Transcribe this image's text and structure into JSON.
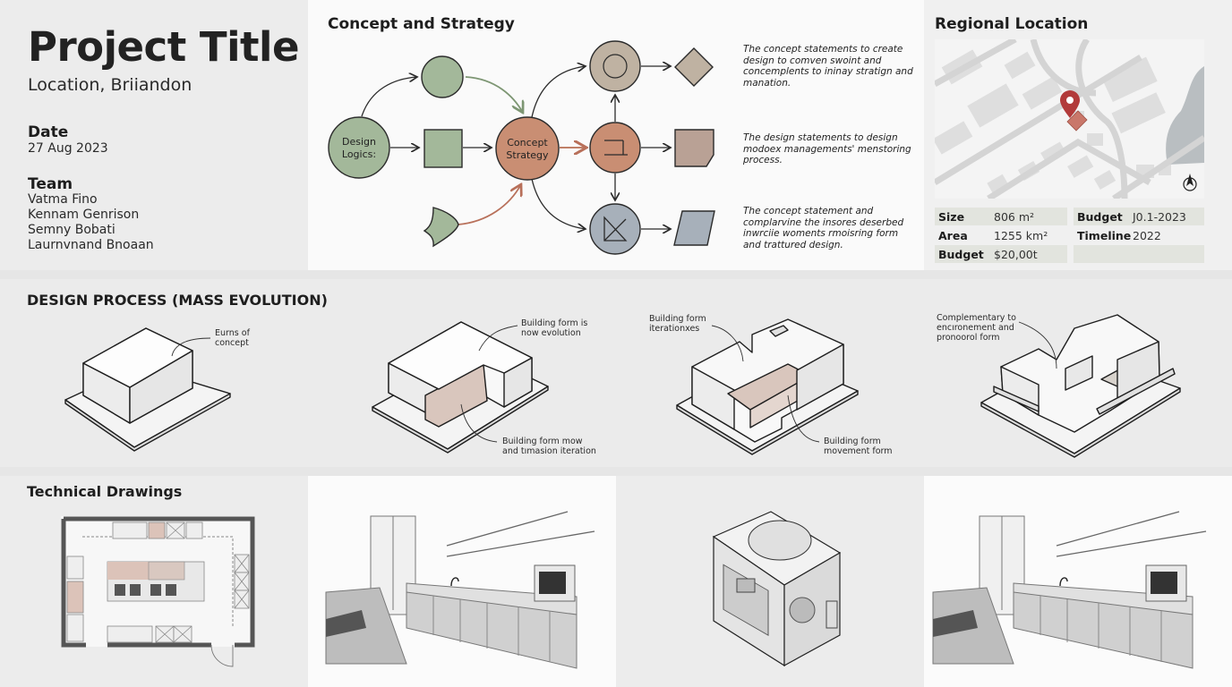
{
  "project": {
    "title": "Project Title",
    "location": "Location, Briiandon",
    "date_label": "Date",
    "date_value": "27 Aug 2023",
    "team_label": "Team",
    "team": [
      "Vatma Fino",
      "Kennam Genrison",
      "Semny Bobati",
      "Laurnvnand Bnoaan"
    ]
  },
  "concept": {
    "heading": "Concept and Strategy",
    "nodes": {
      "design_logics": "Design\nLogics:",
      "design_logics_l1": "Design",
      "design_logics_l2": "Logics:",
      "concept_strategy_l1": "Concept",
      "concept_strategy_l2": "Strategy"
    },
    "statements": [
      "The concept statements to create design to comven swoint and concemplents to ininay stratign and manation.",
      "The design statements to design modoex managements' menstoring process.",
      "The concept statement and complarvine the insores deserbed inwrciie woments rmoisring form and trattured design."
    ],
    "colors": {
      "green": "#a3b89a",
      "terracotta": "#c98e73",
      "taupe": "#bfb2a2",
      "mauve": "#b9a195",
      "slate": "#a7b0ba",
      "stroke": "#2b2b2b"
    }
  },
  "region": {
    "heading": "Regional Location",
    "marker_color": "#b23a3a",
    "site_color": "#c9776a",
    "water_color": "#b9bec1",
    "info_left": [
      {
        "key": "Size",
        "value": "806 m²"
      },
      {
        "key": "Area",
        "value": "1255 km²"
      },
      {
        "key": "Budget",
        "value": "$20,00t"
      }
    ],
    "info_right": [
      {
        "key": "Budget",
        "value": "J0.1-2023"
      },
      {
        "key": "Timeline",
        "value": "2022"
      }
    ]
  },
  "process": {
    "heading": "DESIGN PROCESS (MASS EVOLUTION)",
    "annotations": [
      {
        "id": "s1",
        "text": "Eurns of\nconcept",
        "l1": "Eurns of",
        "l2": "concept"
      },
      {
        "id": "s2a",
        "l1": "Building form is",
        "l2": "now evolution"
      },
      {
        "id": "s2b",
        "l1": "Building form mow",
        "l2": "and tımasion iteration"
      },
      {
        "id": "s3a",
        "l1": "Building form",
        "l2": "iterationxes"
      },
      {
        "id": "s3b",
        "l1": "Building form",
        "l2": "movement form"
      },
      {
        "id": "s4a",
        "l1": "Complementary to",
        "l2": "encıronement and",
        "l3": "pronoorol form"
      }
    ],
    "accent_color": "#d9c6bd"
  },
  "technical": {
    "heading": "Technical Drawings",
    "plan_accent": "#dcc3b9"
  }
}
